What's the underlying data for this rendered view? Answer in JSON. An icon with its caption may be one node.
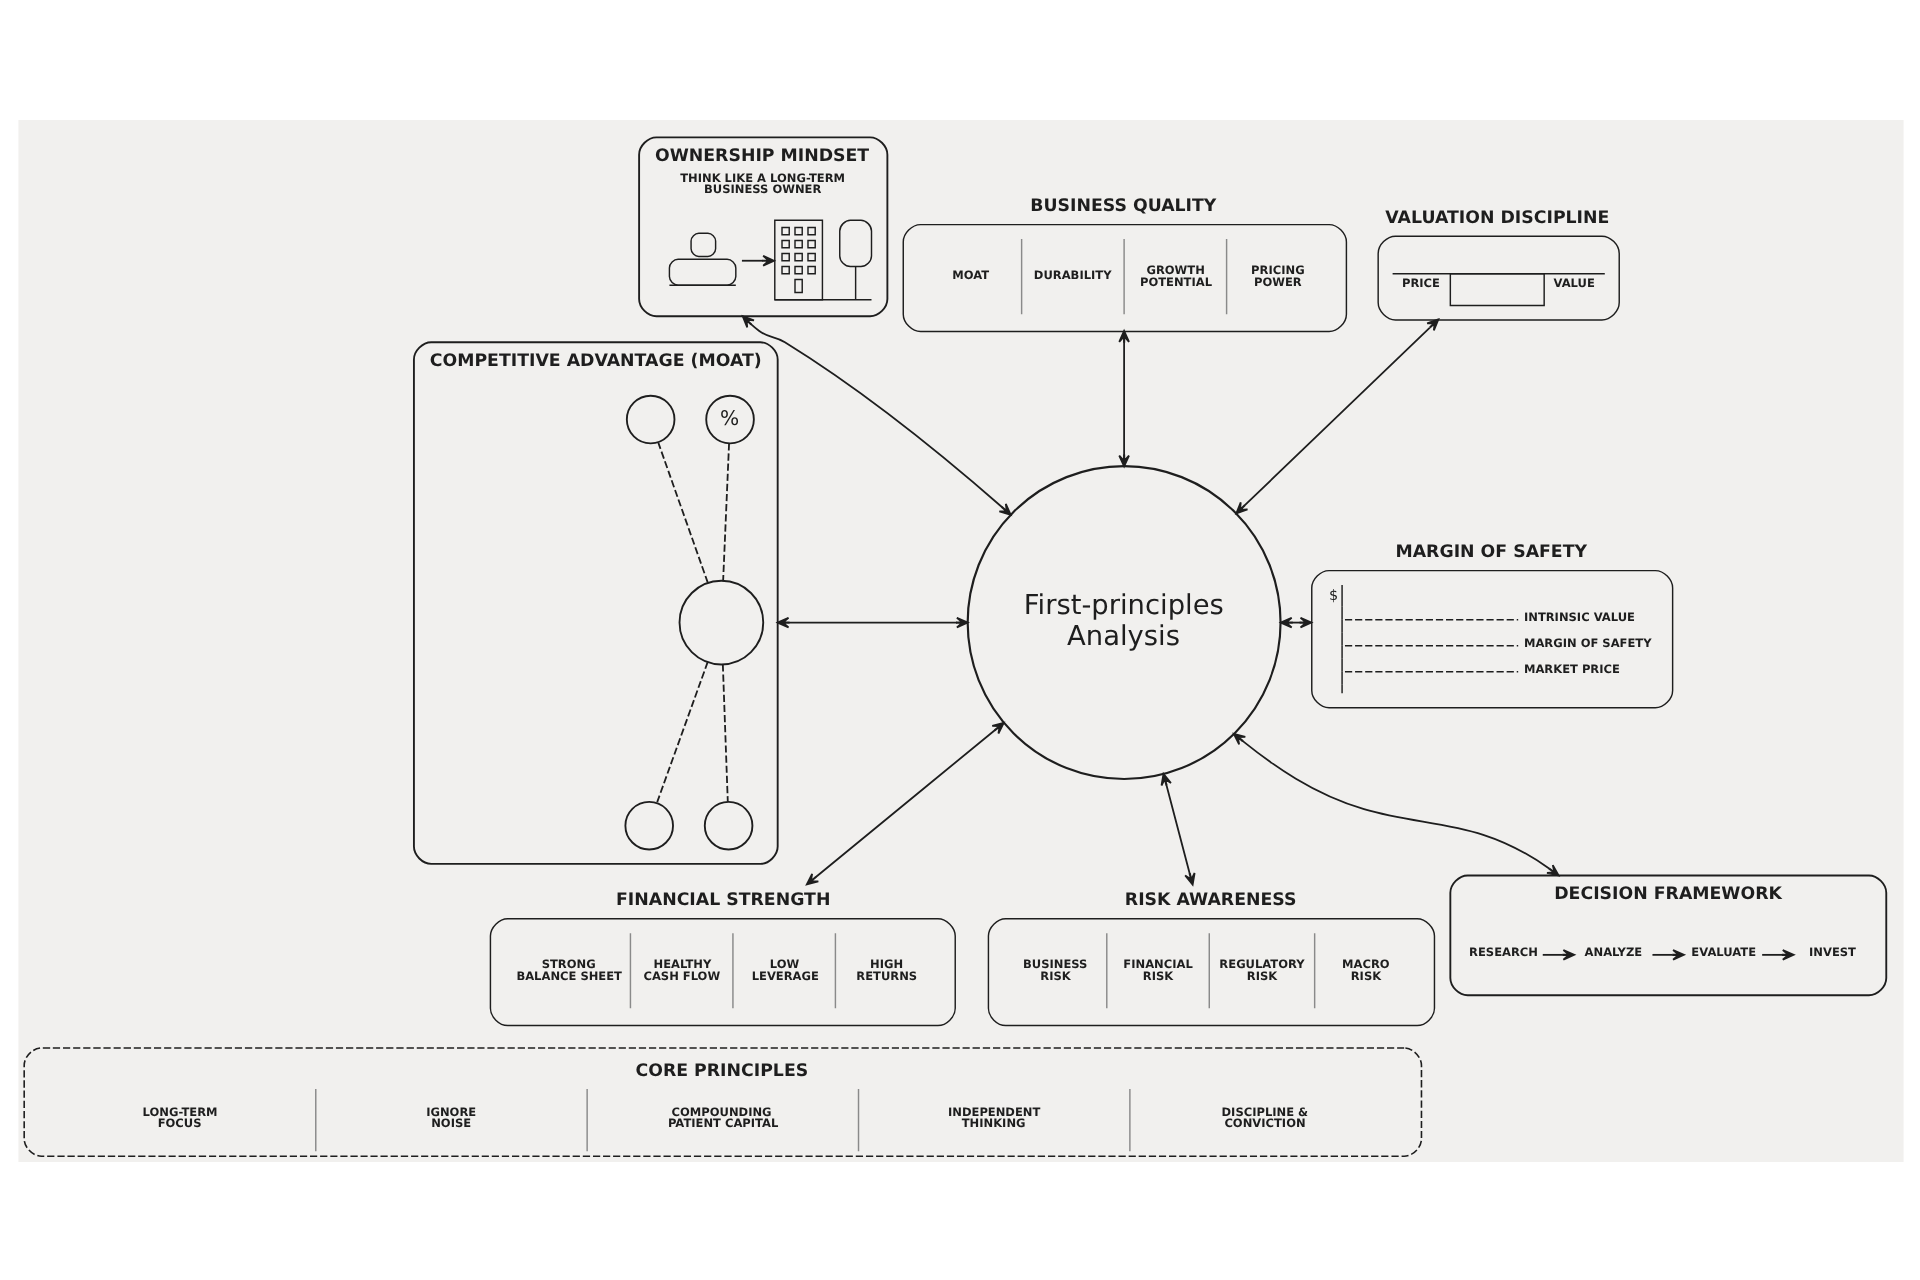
{
  "diagram": {
    "nodes": [
      {
        "text": [
          "OWNERSHIP MINDSET",
          "THINK LIKE A LONG-TERM BUSINESS OWNER"
        ]
      },
      {
        "text": [],
        "shape": "person",
        "in": 0
      },
      {
        "text": [],
        "shape": "picture",
        "in": 0
      },
      {
        "text": [
          "BUSINESS QUALITY",
          "MOAT",
          "DURABILITY",
          "GROWTH POTENTIAL",
          "PRICING POWER"
        ]
      },
      {
        "text": [
          "VALUATION DISCIPLINE",
          "PRICE",
          "VALUE"
        ]
      },
      {
        "text": [
          "COMPETITIVE ADVANTAGE (MOAT)"
        ]
      },
      {
        "text": [],
        "shape": "circle",
        "in": 5
      },
      {
        "text": [],
        "shape": "circle",
        "in": 5
      },
      {
        "text": [
          "%"
        ],
        "in": 5
      },
      {
        "text": [],
        "shape": "circle",
        "in": 5
      },
      {
        "text": [],
        "shape": "circle",
        "in": 5
      },
      {
        "text": [
          "First-principles Analysis"
        ]
      },
      {
        "text": [
          "MARGIN OF SAFETY",
          "$",
          "INTRINSIC VALUE",
          "MARGIN OF SAFETY",
          "MARKET PRICE"
        ]
      },
      {
        "text": [
          "FINANCIAL STRENGTH",
          "STRONG BALANCE SHEET",
          "HEALTHY CASH FLOW",
          "LOW LEVERAGE",
          "HIGH RETURNS"
        ]
      },
      {
        "text": [
          "RISK AWARENESS",
          "BUSINESS RISK",
          "FINANCIAL RISK",
          "REGULATORY RISK",
          "MACRO RISK"
        ]
      },
      {
        "text": [
          "DECISION FRAMEWORK"
        ]
      },
      {
        "text": [
          "RESEARCH"
        ],
        "in": 15
      },
      {
        "text": [
          "ANALYZE"
        ],
        "in": 15
      },
      {
        "text": [
          "EVALUATE"
        ],
        "in": 15
      },
      {
        "text": [
          "INVEST"
        ],
        "in": 15
      },
      {
        "text": [
          "CORE PRINCIPLES",
          "LONG-TERM FOCUS",
          "IGNORE NOISE",
          "COMPOUNDING PATIENT CAPITAL",
          "INDEPENDENT THINKING",
          "DISCIPLINE & CONVICTION"
        ]
      }
    ],
    "edges": [
      {
        "from": 1,
        "to": 2,
        "arrow": "to"
      },
      {
        "from": 6,
        "to": 7,
        "arrow": "none",
        "style": "dashed"
      },
      {
        "from": 8,
        "to": 7,
        "arrow": "none",
        "style": "dashed"
      },
      {
        "from": 7,
        "to": 9,
        "arrow": "none",
        "style": "dashed"
      },
      {
        "from": 7,
        "to": 10,
        "arrow": "none",
        "style": "dashed"
      },
      {
        "from": 0,
        "to": 11,
        "arrow": "both"
      },
      {
        "from": 3,
        "to": 11,
        "arrow": "both"
      },
      {
        "from": 4,
        "to": 11,
        "arrow": "both"
      },
      {
        "from": 5,
        "to": 11,
        "arrow": "both"
      },
      {
        "from": 11,
        "to": 12,
        "arrow": "both"
      },
      {
        "from": 11,
        "to": 13,
        "arrow": "both"
      },
      {
        "from": 11,
        "to": 14,
        "arrow": "both"
      },
      {
        "from": 11,
        "to": 15,
        "arrow": "both"
      },
      {
        "from": 16,
        "to": 17,
        "arrow": "to"
      },
      {
        "from": 17,
        "to": 18,
        "arrow": "to"
      },
      {
        "from": 18,
        "to": 19,
        "arrow": "to"
      }
    ]
  }
}
